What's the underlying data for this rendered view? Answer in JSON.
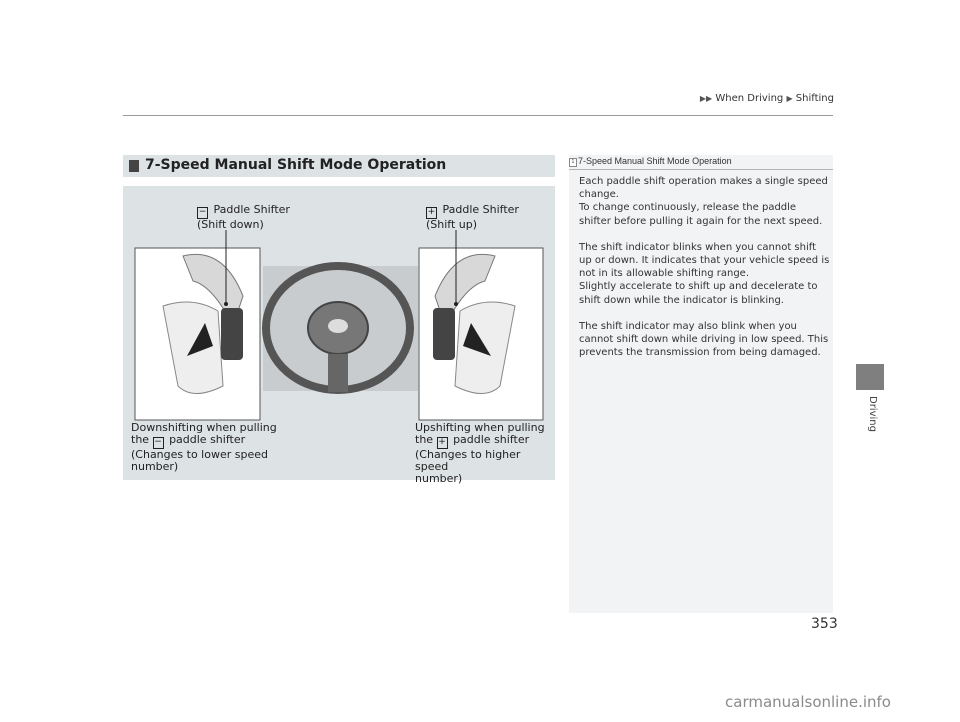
{
  "breadcrumb": {
    "item1": "When Driving",
    "item2": "Shifting"
  },
  "side_label": "Driving",
  "section_title": "7-Speed Manual Shift Mode Operation",
  "figure": {
    "minus_symbol": "−",
    "plus_symbol": "+",
    "minus_label_line1": "Paddle Shifter",
    "minus_label_line2": "(Shift down)",
    "plus_label_line1": "Paddle Shifter",
    "plus_label_line2": "(Shift up)",
    "down_line1": "Downshifting when pulling",
    "down_line2_pre": "the",
    "down_line2_post": "paddle shifter",
    "down_line3": "(Changes to lower speed",
    "down_line4": "number)",
    "up_line1": "Upshifting when pulling",
    "up_line2_pre": "the",
    "up_line2_post": "paddle shifter",
    "up_line3": "(Changes to higher speed",
    "up_line4": "number)"
  },
  "note": {
    "icon": "1",
    "title": "7-Speed Manual Shift Mode Operation",
    "paragraphs": [
      "Each paddle shift operation makes a single speed change.\nTo change continuously, release the paddle shifter before pulling it again for the next speed.",
      "The shift indicator blinks when you cannot shift up or down. It indicates that your vehicle speed is not in its allowable shifting range.\nSlightly accelerate to shift up and decelerate to shift down while the indicator is blinking.",
      "The shift indicator may also blink when you cannot shift down while driving in low speed. This prevents the transmission from being damaged."
    ]
  },
  "page_number": "353",
  "watermark": "carmanualsonline.info"
}
